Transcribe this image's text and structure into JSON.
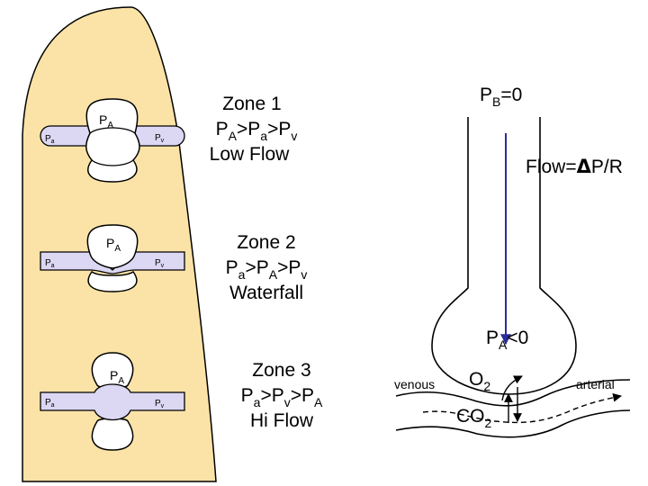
{
  "colors": {
    "lung_fill": "#fbe3a7",
    "vessel_fill": "#dcd7f3",
    "arrow": "#2b2b9a"
  },
  "zone1": {
    "title": "Zone 1",
    "relation": [
      "P",
      "A",
      ">P",
      "a",
      ">P",
      "v"
    ],
    "flow": "Low Flow",
    "alveolus": [
      "P",
      "A"
    ],
    "arterial": [
      "P",
      "a"
    ],
    "venous": [
      "P",
      "v"
    ]
  },
  "zone2": {
    "title": "Zone 2",
    "relation": [
      "P",
      "a",
      ">P",
      "A",
      ">P",
      "v"
    ],
    "flow": "Waterfall",
    "alveolus": [
      "P",
      "A"
    ],
    "arterial": [
      "P",
      "a"
    ],
    "venous": [
      "P",
      "v"
    ]
  },
  "zone3": {
    "title": "Zone 3",
    "relation": [
      "P",
      "a",
      ">P",
      "v",
      ">P",
      "A"
    ],
    "flow": "Hi Flow",
    "alveolus": [
      "P",
      "A"
    ],
    "arterial": [
      "P",
      "a"
    ],
    "venous": [
      "P",
      "v"
    ]
  },
  "right": {
    "pb": [
      "P",
      "B",
      "=0"
    ],
    "flow_eq": [
      "Flow=",
      "Δ",
      "P/R"
    ],
    "pa": [
      "P",
      "A",
      "<0"
    ],
    "venous": "venous",
    "arterial": "arterial",
    "o2": [
      "O",
      "2"
    ],
    "co2": [
      "CO",
      "2"
    ]
  }
}
